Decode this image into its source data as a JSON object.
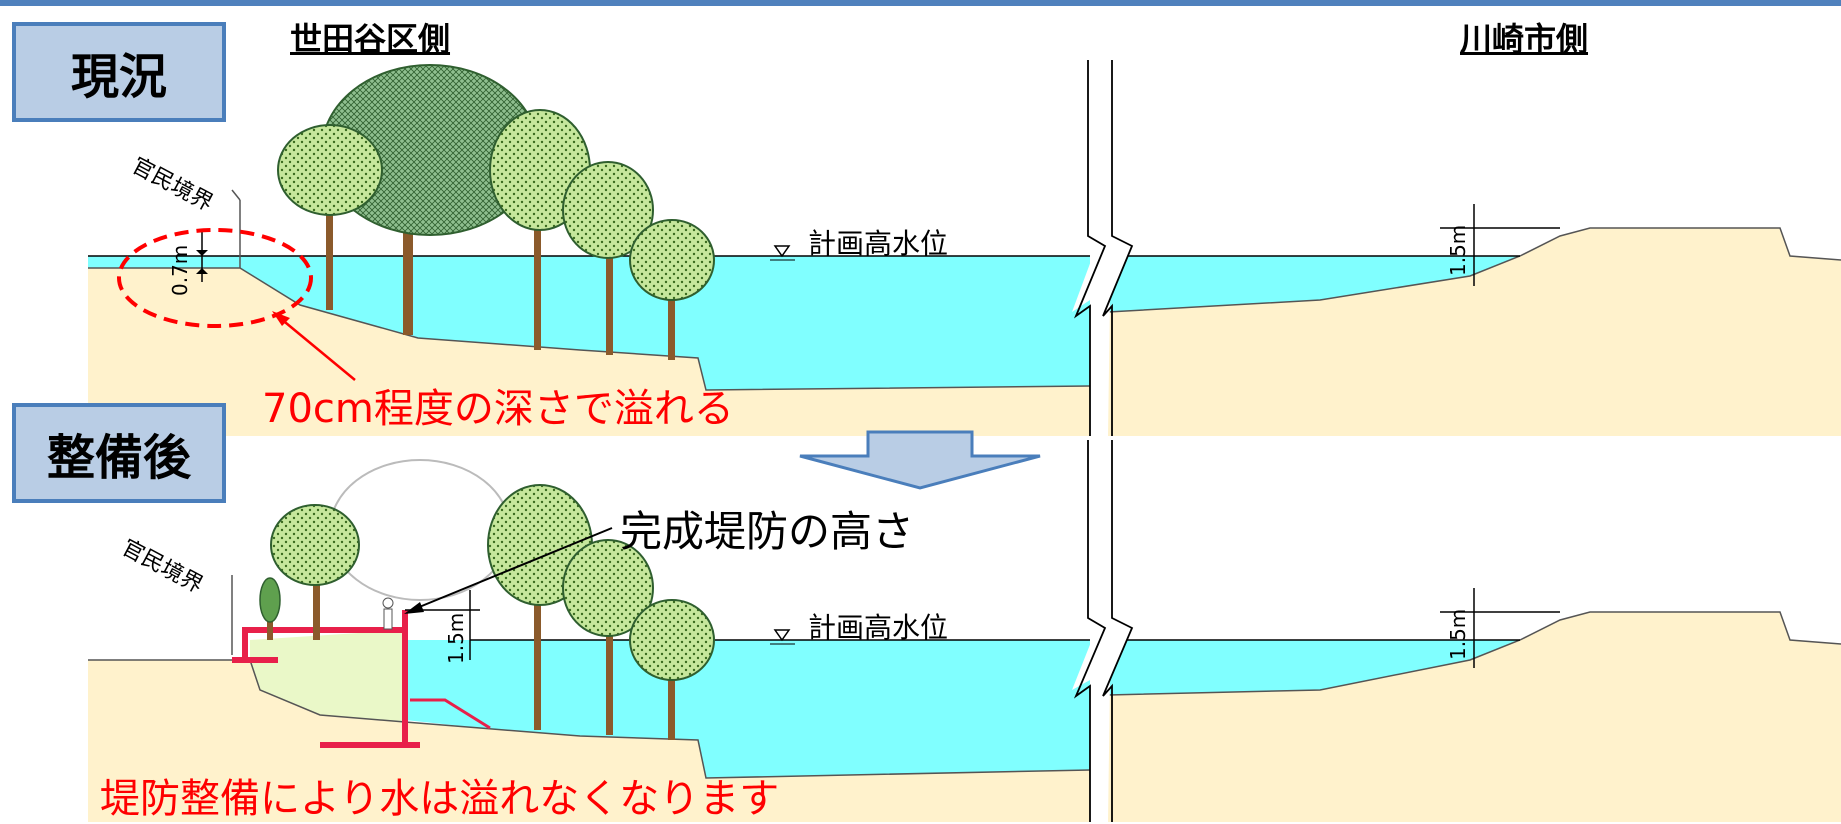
{
  "panels": {
    "current": {
      "tag": "現況",
      "setagaya_header": "世田谷区側",
      "kawasaki_header": "川崎市側",
      "boundary_label": "官民境界",
      "water_level_label": "計画高水位",
      "left_depth": "0.7m",
      "right_freeboard": "1.5m",
      "overflow_note": "70cm程度の深さで溢れる"
    },
    "improved": {
      "tag": "整備後",
      "boundary_label": "官民境界",
      "water_level_label": "計画高水位",
      "levee_height_label": "完成堤防の高さ",
      "left_freeboard": "1.5m",
      "right_freeboard": "1.5m",
      "result_note": "堤防整備により水は溢れなくなります"
    }
  },
  "colors": {
    "water": "#80ffff",
    "ground": "#fff2cc",
    "levee_fill": "#eaf8c8",
    "levee_wall": "#e8204a",
    "accent": "#4a7ebb",
    "tag_fill": "#b9cde5",
    "tree_leaf": "#b8e08a",
    "tree_trunk": "#8b5a2b"
  },
  "icons": {
    "down_arrow": "arrow-down-icon",
    "water_mark": "water-level-triangle-icon"
  }
}
